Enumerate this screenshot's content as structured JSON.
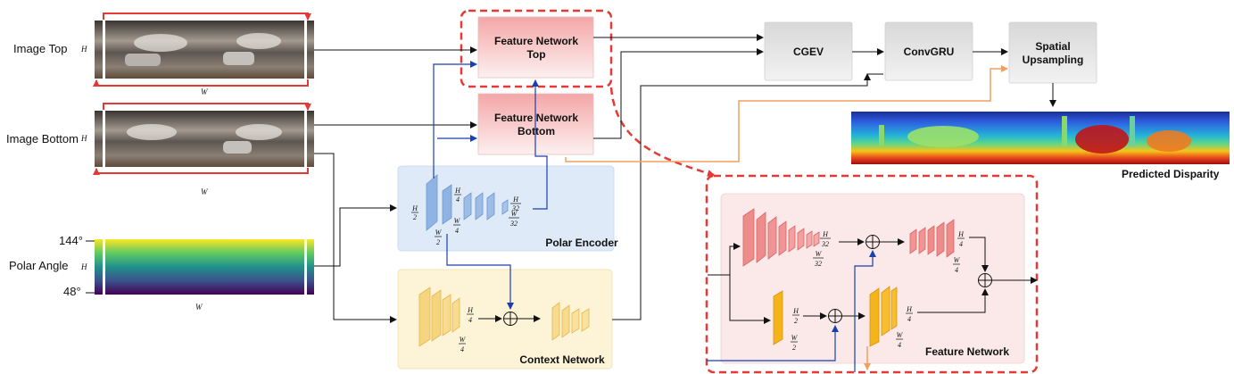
{
  "inputs": {
    "image_top": "Image Top",
    "image_bottom": "Image Bottom",
    "polar_angle": "Polar Angle",
    "angle_max": "144°",
    "angle_min": "48°",
    "dim_h": "H",
    "dim_w": "W"
  },
  "modules": {
    "feature_top_l1": "Feature Network",
    "feature_top_l2": "Top",
    "feature_bottom_l1": "Feature Network",
    "feature_bottom_l2": "Bottom",
    "cgev": "CGEV",
    "convgru": "ConvGRU",
    "spatial_l1": "Spatial",
    "spatial_l2": "Upsampling",
    "polar_encoder": "Polar Encoder",
    "context_network": "Context Network",
    "feature_network": "Feature Network",
    "predicted_disparity": "Predicted Disparity"
  },
  "fractions": {
    "h2": [
      "H",
      "2"
    ],
    "w2": [
      "W",
      "2"
    ],
    "h4": [
      "H",
      "4"
    ],
    "w4": [
      "W",
      "4"
    ],
    "h32": [
      "H",
      "32"
    ],
    "w32": [
      "W",
      "32"
    ]
  },
  "colors": {
    "red_dash": "#e53935",
    "blue_arrow": "#1a3fb0",
    "orange_arrow": "#f0a060",
    "encoder_bg": "#dfeaf8",
    "context_bg": "#fdf4d8",
    "feature_bg": "#fbe9e9"
  }
}
